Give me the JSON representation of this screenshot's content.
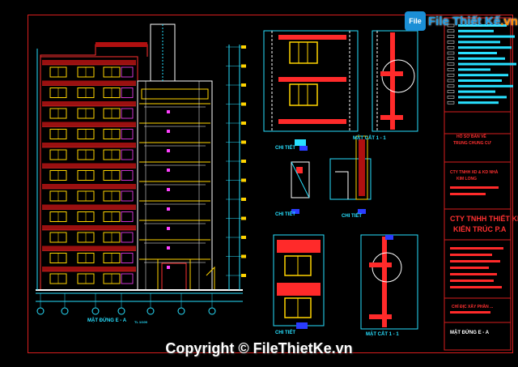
{
  "watermark": {
    "logo_badge": "File",
    "logo_name": "File Thiết Kế",
    "logo_tld": ".vn",
    "copyright": "Copyright © FileThietKe.vn"
  },
  "drawing": {
    "main_elevation_title": "MẶT ĐỨNG E - A",
    "main_elevation_scale": "TL 1/100",
    "section_label_1": "MẶT CẮT 1 - 1",
    "section_label_2": "MẶT CẮT 1 - 1",
    "detail_label_1": "CHI TIẾT",
    "detail_label_2": "CHI TIẾT",
    "detail_label_3": "CHI TIẾT",
    "detail_label_4": "CHI TIẾT"
  },
  "title_block": {
    "project_line_1": "HỒ SƠ BẢN VẼ",
    "project_line_2": "TRUNG CHUNG CƯ",
    "client_line_1": "CTY TNHH  XD & KD NHÀ",
    "client_line_2": "KIM LONG",
    "firm_line_1": "CTY TNHH THIẾT KẾ",
    "firm_line_2": "KIẾN TRÚC P.A",
    "phase": "CHỈ ĐỊC XÂY PHẦN ...",
    "sheet_title": "MẶT ĐỨNG E - A"
  },
  "colors": {
    "frame": "#d81e1e",
    "cyan": "#28e0ff",
    "yellow": "#ffd400",
    "red": "#ff2a2a",
    "magenta": "#ff40ff",
    "white": "#ffffff",
    "blue": "#2a3cff"
  }
}
